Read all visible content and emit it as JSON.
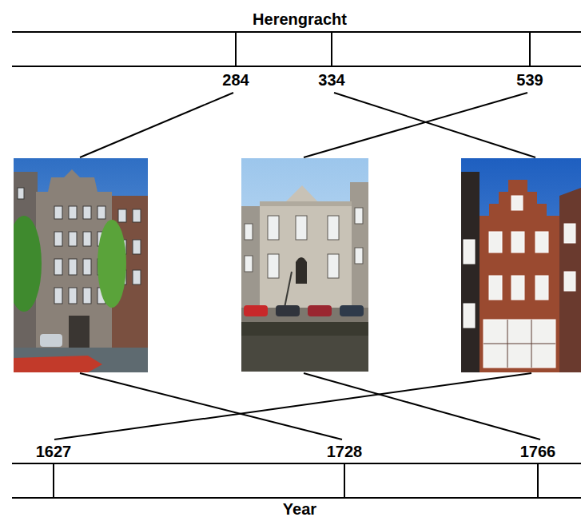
{
  "diagram": {
    "labels": [
      "Herengracht",
      "284",
      "334",
      "539",
      "1627",
      "1728",
      "1766",
      "Year"
    ]
  }
}
